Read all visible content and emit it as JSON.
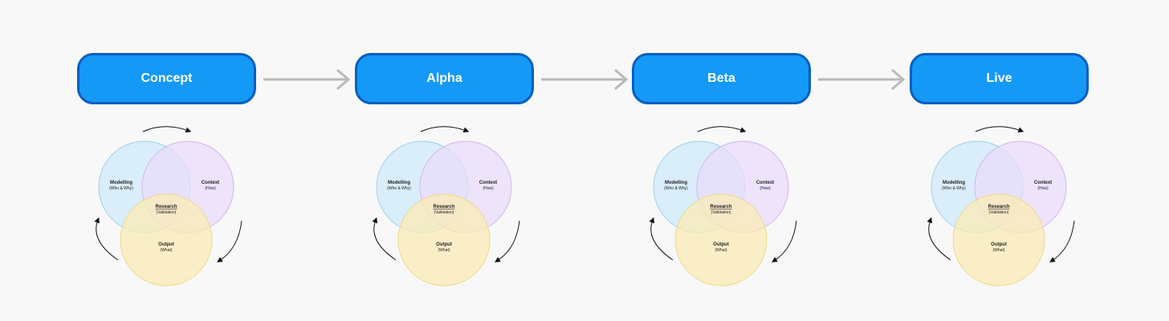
{
  "stages": [
    {
      "label": "Concept"
    },
    {
      "label": "Alpha"
    },
    {
      "label": "Beta"
    },
    {
      "label": "Live"
    }
  ],
  "venn": {
    "modelling": {
      "title": "Modelling",
      "subtitle": "(Who & Why)",
      "color": "#cfe9fb"
    },
    "context": {
      "title": "Context",
      "subtitle": "(How)",
      "color": "#eadcfb"
    },
    "output": {
      "title": "Output",
      "subtitle": "(What)",
      "color": "#fbebb5"
    },
    "research": {
      "title": "Research",
      "subtitle": "(Validation)"
    }
  },
  "colors": {
    "stage_fill": "#1499f7",
    "stage_border": "#0a5fbf",
    "arrow": "#b9b9b9",
    "background": "#f8f8f8"
  }
}
